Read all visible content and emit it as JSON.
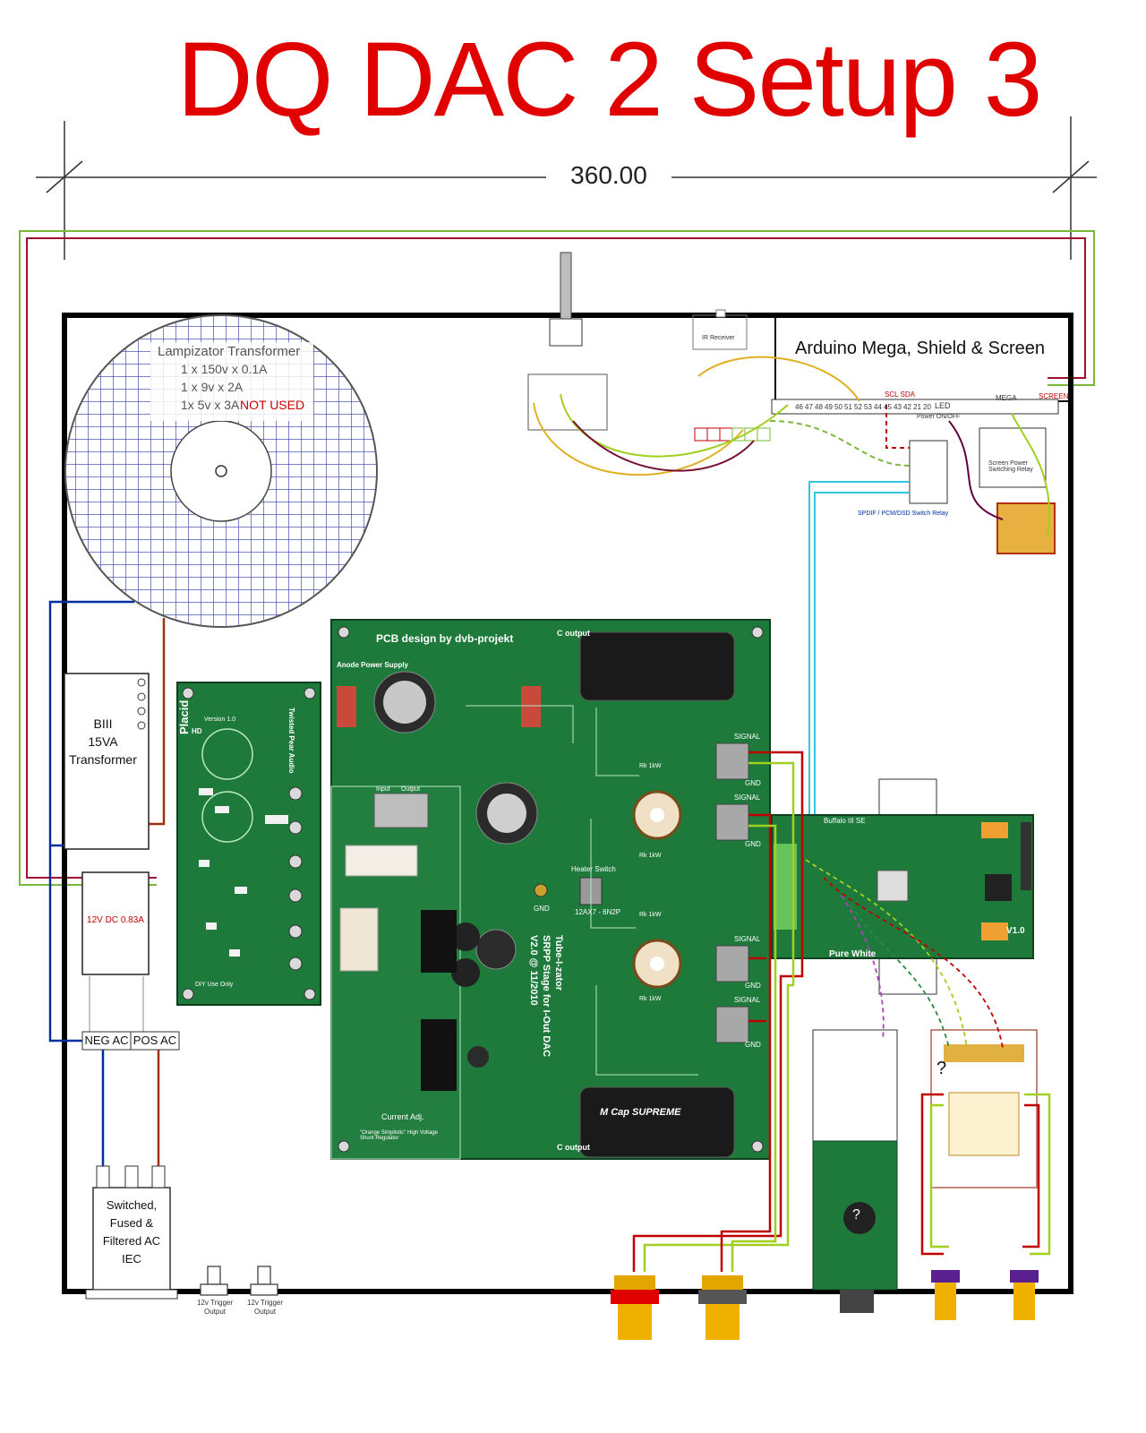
{
  "title": "DQ DAC 2 Setup 3",
  "dimension": "360.00",
  "colors": {
    "title": "#e00000",
    "enclosure": "#000000",
    "wire_green": "#7ab83a",
    "wire_red": "#c00000",
    "wire_blue": "#0030a0",
    "wire_brown": "#a03010",
    "wire_cyan": "#30c8e0",
    "wire_yellow": "#e0b020",
    "wire_lime": "#a0d020",
    "wire_purple": "#600040",
    "pcb_green": "#1d7a3a"
  },
  "transformer_main": {
    "name": "Lampizator Transformer",
    "spec1": "1 x 150v x 0.1A",
    "spec2": "1 x 9v x 2A",
    "spec3": "1x 5v x 3A",
    "note": "NOT USED"
  },
  "transformer_b": {
    "line1": "BIII",
    "line2": "15VA",
    "line3": "Transformer"
  },
  "psu": {
    "label": "12V DC 0.83A"
  },
  "ac_terminals": {
    "neg": "NEG AC",
    "pos": "POS AC"
  },
  "iec": {
    "line1": "Switched,",
    "line2": "Fused &",
    "line3": "Filtered AC",
    "line4": "IEC"
  },
  "triggers": {
    "t1a": "12v Trigger",
    "t1b": "Output",
    "t2a": "12v Trigger",
    "t2b": "Output"
  },
  "arduino": {
    "title": "Arduino Mega, Shield & Screen",
    "pins": [
      "46",
      "47",
      "48",
      "49",
      "50",
      "51",
      "52",
      "53",
      "44",
      "45",
      "43",
      "42",
      "21",
      "20"
    ],
    "scl_sda": "SCL SDA",
    "mega": "MEGA",
    "screen": "SCREEN",
    "led": "LED",
    "btn": "Power ON/OFF"
  },
  "relays": {
    "spdif": "SPDIF / PCM/DSD Switch Relay",
    "screen_power": "Screen Power Switching Relay"
  },
  "ir_receiver": "IR Receiver",
  "placid": {
    "name": "Placid",
    "sub": "HD",
    "brand": "Twisted Pear Audio",
    "version": "Version 1.0",
    "footer": "DIY Use Only"
  },
  "tube_board": {
    "design": "PCB design by dvb-projekt",
    "anode_ps": "Anode Power Supply",
    "c_output_top": "C output",
    "c_output_bottom": "C output",
    "cap_brand": "M Cap SUPREME",
    "product": "Tube-I-zator",
    "product2": "SRPP Stage for I-Out DAC",
    "version": "V2.0 @ 11/2010",
    "heater": "Heater Switch",
    "tube": "12AX7 - 6N2P",
    "current_adj": "Current Adj.",
    "shunt_note": "\"Orange Simplistic\" High Voltage Shunt Regulator",
    "gnd": "GND",
    "signal1": "SIGNAL",
    "signal2": "SIGNAL",
    "signal3": "SIGNAL",
    "signal4": "SIGNAL",
    "gnd1": "GND",
    "gnd2": "GND",
    "gnd3": "GND",
    "gnd4": "GND",
    "rk": "Rk 1kW",
    "rk2": "Rk 1kW",
    "rk3": "Rk 1kW",
    "rk4": "Rk 1kW",
    "input": "Input",
    "output": "Output"
  },
  "buffalo": {
    "name": "Buffalo III SE",
    "version": "V1.0",
    "label": "Pure White"
  },
  "usb_module": {
    "label": "?"
  },
  "shift_board": {
    "label": "?"
  }
}
